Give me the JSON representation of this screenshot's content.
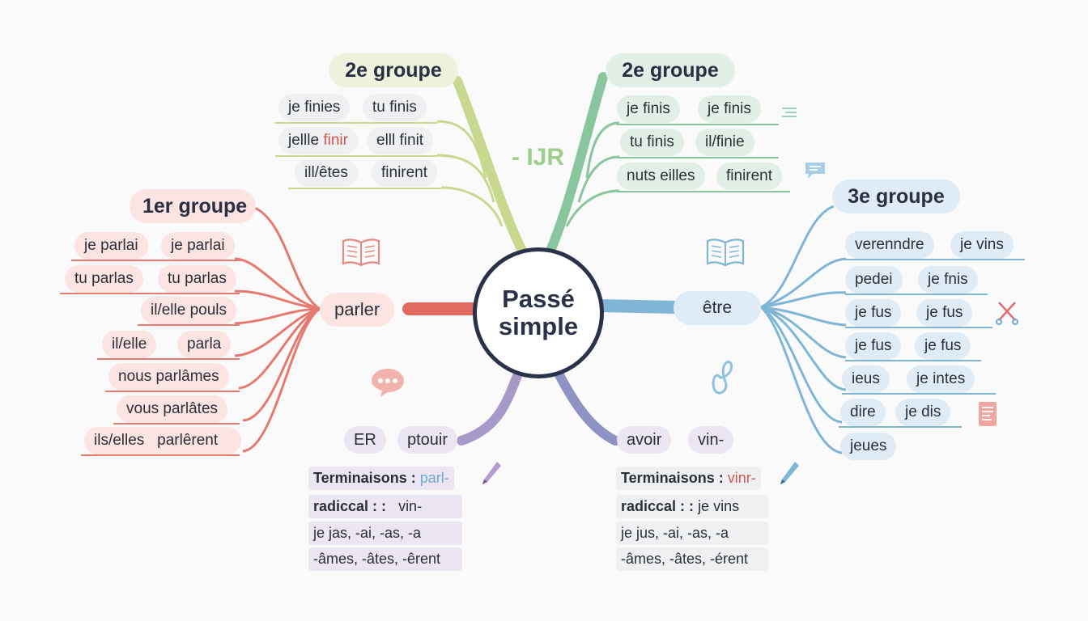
{
  "center": {
    "line1": "Passé",
    "line2": "simple"
  },
  "top_left": {
    "title": "2e groupe",
    "rows": [
      [
        "je finies",
        "tu finis"
      ],
      [
        "jellle",
        "finir",
        "elll finit"
      ],
      [
        "ill/êtes",
        "finirent"
      ]
    ]
  },
  "top_right": {
    "title": "2e groupe",
    "rows": [
      [
        "je finis",
        "je finis"
      ],
      [
        "tu finis",
        "il/finie"
      ],
      [
        "nuts eilles",
        "finirent"
      ]
    ]
  },
  "ijr_label": "- IJR",
  "left": {
    "title": "1er groupe",
    "verb": "parler",
    "rows": [
      [
        "je parlai",
        "je parlai"
      ],
      [
        "tu parlas",
        "tu parlas"
      ],
      [
        "il/elle pouls"
      ],
      [
        "il/elle",
        "parla"
      ],
      [
        "nous parlâmes"
      ],
      [
        "vous parlâtes"
      ],
      [
        "ils/elles",
        "parlêrent"
      ]
    ]
  },
  "right": {
    "title": "3e groupe",
    "verb": "être",
    "rows": [
      [
        "verenndre",
        "je vins"
      ],
      [
        "pedei",
        "je fnis"
      ],
      [
        "je fus",
        "je fus"
      ],
      [
        "je fus",
        "je fus"
      ],
      [
        "ieus",
        "je intes"
      ],
      [
        "dire",
        "je dis"
      ],
      [
        "jeues"
      ]
    ]
  },
  "bottom_left": {
    "tags": [
      "ER",
      "ptouir"
    ],
    "lines": [
      {
        "label": "Terminaisons :",
        "value": "parl-"
      },
      {
        "label": "radiccal : :",
        "value": "vin-"
      },
      {
        "label": "je jas, -ai, -as, -a"
      },
      {
        "label": "-âmes, -âtes, -êrent"
      }
    ]
  },
  "bottom_right": {
    "tags": [
      "avoir",
      "vin-"
    ],
    "lines": [
      {
        "label": "Terminaisons :",
        "value": "vinr-"
      },
      {
        "label": "radiccal : :",
        "value": "je vins"
      },
      {
        "label": "je jus, -ai, -as, -a"
      },
      {
        "label": "-âmes, -âtes, -érent"
      }
    ]
  },
  "colors": {
    "red": "#e57a70",
    "lime": "#c9d88f",
    "green": "#89c6a0",
    "blue": "#7fb6d6",
    "lavender": "#a89ac8",
    "navy": "#2a3148"
  },
  "icons": [
    "book-icon",
    "book-icon",
    "speech-bubble-icon",
    "chat-icon",
    "pencil-icon",
    "pencil-icon",
    "list-icon",
    "document-icon",
    "infinity-icon",
    "scissors-icon"
  ]
}
